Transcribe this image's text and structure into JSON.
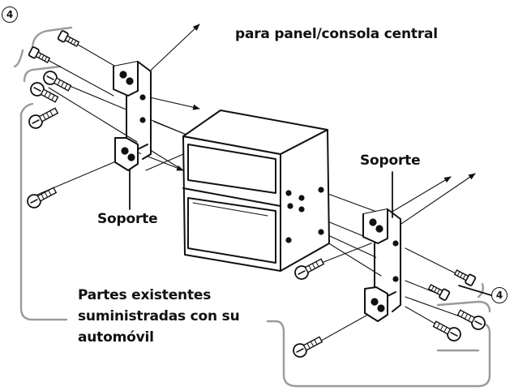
{
  "labels": {
    "mount_title": "para panel/consola central",
    "bracket_left": "Soporte",
    "bracket_right": "Soporte",
    "existing_parts": [
      "Partes existentes",
      "suministradas con su",
      "automóvil"
    ]
  },
  "callouts": {
    "screw_count_left": "4",
    "screw_count_right": "4"
  },
  "icons": [
    "screw-icon",
    "arrow-icon",
    "bracket-icon",
    "unit-box"
  ],
  "colors": {
    "line": "#111111",
    "bracket_gray": "#9a9a9a"
  }
}
